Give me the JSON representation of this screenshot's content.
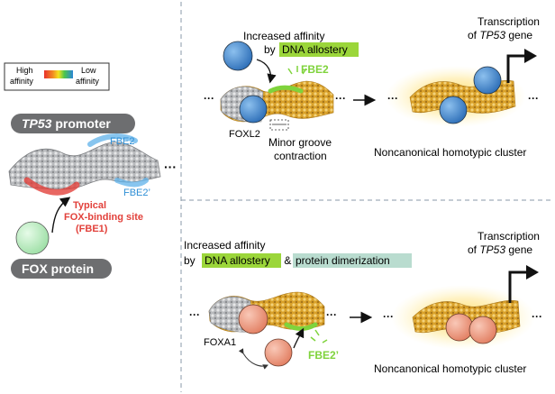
{
  "legend": {
    "high": "High\naffinity",
    "low": "Low\naffinity",
    "high_l1": "High",
    "high_l2": "affinity",
    "low_l1": "Low",
    "low_l2": "affinity"
  },
  "left_panel": {
    "promoter_label_italic": "TP53",
    "promoter_label_rest": " promoter",
    "fbe2": "FBE2",
    "fbe2_prime": "FBE2’",
    "ellipsis": "···",
    "typical_l1": "Typical",
    "typical_l2": "FOX-binding site",
    "typical_l3": "(FBE1)",
    "fox_protein": "FOX protein"
  },
  "top_panel": {
    "increased_affinity": "Increased affinity",
    "by": "by ",
    "dna_allostery": "DNA allostery",
    "fbe2": "FBE2",
    "ellipsis": "···",
    "protein_label": "FOXL2",
    "minor_groove_l1": "Minor groove",
    "minor_groove_l2": "contraction",
    "transcription_l1": "Transcription",
    "transcription_of": "of ",
    "transcription_gene_italic": "TP53",
    "transcription_gene_rest": " gene",
    "cluster": "Noncanonical homotypic cluster"
  },
  "bottom_panel": {
    "increased_affinity": "Increased affinity",
    "by": "by ",
    "dna_allostery": "DNA allostery",
    "amp": " & ",
    "protein_dimerization": "protein dimerization",
    "fbe2_prime": "FBE2’",
    "ellipsis": "···",
    "protein_label": "FOXA1",
    "transcription_l1": "Transcription",
    "transcription_of": "of ",
    "transcription_gene_italic": "TP53",
    "transcription_gene_rest": " gene",
    "cluster": "Noncanonical homotypic cluster"
  },
  "colors": {
    "pill": "#6d6e70",
    "highlight_green": "#9bd63a",
    "highlight_teal": "#b9dccf",
    "fbe2_green": "#7fd33c",
    "fbe_blue": "#2f8fd6",
    "fbe1_red": "#e2413b",
    "dna_gray": "#a9abae",
    "dna_gold": "#d9a12a",
    "protein_blue": "#3f83c9",
    "protein_salmon": "#ee9a80",
    "protein_green": "#bdeec3"
  }
}
